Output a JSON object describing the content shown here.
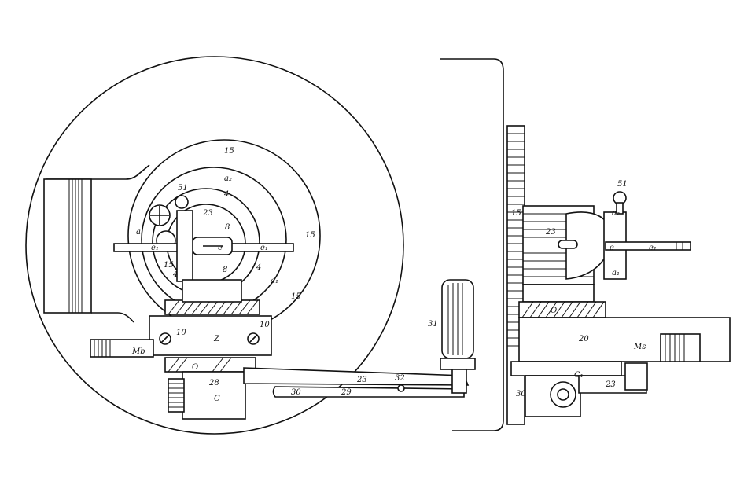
{
  "labels": {
    "front_15_top": "15",
    "front_a2": "a₂",
    "front_4_top": "4",
    "front_51": "51",
    "front_23": "23",
    "front_a": "a",
    "front_8_top": "8",
    "front_8_bottom": "8",
    "front_e1": "e₁",
    "front_e": "e",
    "front_e1b": "e₁",
    "front_15_right": "15",
    "front_4_right": "4",
    "front_a1": "a₁",
    "front_15_bottom": "15",
    "front_15_small": "15",
    "front_4_left": "4",
    "front_10_left": "10",
    "front_10_right": "10",
    "front_Z": "Z",
    "front_Mb": "Mb",
    "front_O": "O",
    "front_28": "28",
    "front_C": "C",
    "front_30": "30",
    "front_29": "29",
    "front_23_arm": "23",
    "front_32": "32",
    "front_31": "31",
    "side_51": "51",
    "side_15": "15",
    "side_23": "23",
    "side_a2": "a₂",
    "side_e": "e",
    "side_e1": "e₁",
    "side_a1": "a₁",
    "side_O": "O",
    "side_20": "20",
    "side_Ms": "Ms",
    "side_C1": "C₁",
    "side_23_arm": "23",
    "side_30": "30"
  }
}
